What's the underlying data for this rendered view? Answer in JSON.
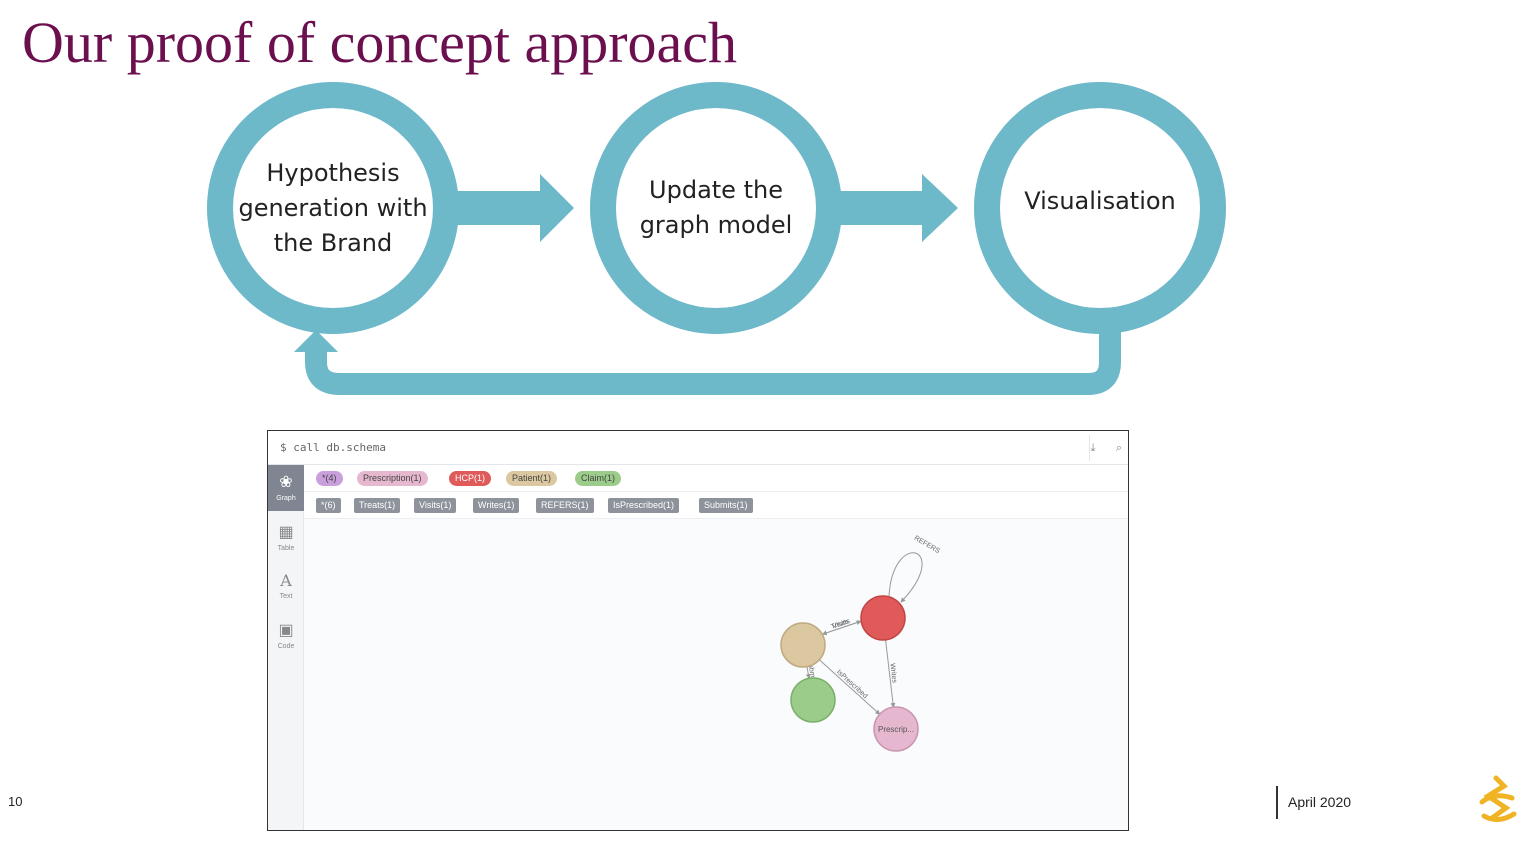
{
  "slide": {
    "title": "Our proof of concept approach",
    "page_number": "10",
    "date": "April 2020"
  },
  "flow": {
    "steps": [
      {
        "lines": [
          "Hypothesis",
          "generation with",
          "the Brand"
        ]
      },
      {
        "lines": [
          "Update the",
          "graph model"
        ]
      },
      {
        "lines": [
          "Visualisation"
        ]
      }
    ],
    "ring_color": "#6db8c9"
  },
  "browser": {
    "command": "$ call db.schema",
    "sidebar": [
      {
        "label": "Graph",
        "icon": "graph-icon",
        "active": true
      },
      {
        "label": "Table",
        "icon": "table-icon",
        "active": false
      },
      {
        "label": "Text",
        "icon": "text-icon",
        "active": false
      },
      {
        "label": "Code",
        "icon": "code-icon",
        "active": false
      }
    ],
    "node_labels": [
      {
        "name": "*",
        "count": "(4)",
        "color": "#c9a0dc"
      },
      {
        "name": "Prescription",
        "count": "(1)",
        "color": "#e6b8d0"
      },
      {
        "name": "HCP",
        "count": "(1)",
        "color": "#e05a5a"
      },
      {
        "name": "Patient",
        "count": "(1)",
        "color": "#dcc8a0"
      },
      {
        "name": "Claim",
        "count": "(1)",
        "color": "#9ccc8a"
      }
    ],
    "relationship_types": [
      {
        "name": "*",
        "count": "(6)"
      },
      {
        "name": "Treats",
        "count": "(1)"
      },
      {
        "name": "Visits",
        "count": "(1)"
      },
      {
        "name": "Writes",
        "count": "(1)"
      },
      {
        "name": "REFERS",
        "count": "(1)"
      },
      {
        "name": "IsPrescribed",
        "count": "(1)"
      },
      {
        "name": "Submits",
        "count": "(1)"
      }
    ],
    "graph": {
      "nodes": [
        {
          "id": "hcp",
          "caption": "",
          "color": "#e05a5a",
          "stroke": "#c24545"
        },
        {
          "id": "patient",
          "caption": "",
          "color": "#dcc8a0",
          "stroke": "#bfa97f"
        },
        {
          "id": "claim",
          "caption": "",
          "color": "#9ccc8a",
          "stroke": "#7cb06a"
        },
        {
          "id": "prescription",
          "caption": "Prescrip...",
          "color": "#e6b8d0",
          "stroke": "#c995b0"
        }
      ],
      "edges": [
        {
          "from": "hcp",
          "to": "hcp",
          "label": "REFERS"
        },
        {
          "from": "patient",
          "to": "hcp",
          "label": "Visits"
        },
        {
          "from": "hcp",
          "to": "patient",
          "label": "Treats"
        },
        {
          "from": "patient",
          "to": "claim",
          "label": "Submits"
        },
        {
          "from": "hcp",
          "to": "prescription",
          "label": "Writes"
        },
        {
          "from": "patient",
          "to": "prescription",
          "label": "IsPrescribed"
        }
      ]
    }
  }
}
